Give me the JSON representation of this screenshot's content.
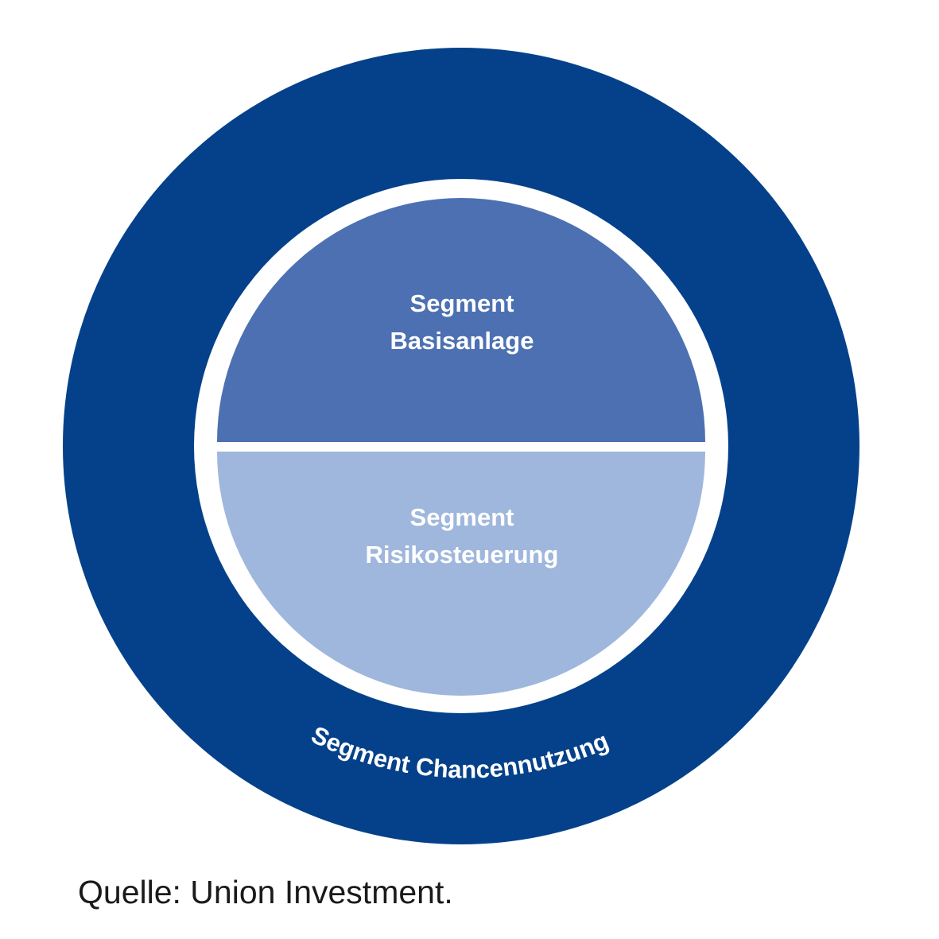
{
  "colors": {
    "outer_ring": "#04418a",
    "separator": "#ffffff",
    "upper_segment": "#4c70b2",
    "lower_segment": "#9fb7dc",
    "label_text": "#ffffff",
    "source_text": "#1a1a1a"
  },
  "segments": {
    "upper": {
      "line1": "Segment",
      "line2": "Basisanlage"
    },
    "lower": {
      "line1": "Segment",
      "line2": "Risikosteuerung"
    },
    "outer": {
      "label": "Segment Chancennutzung"
    }
  },
  "source": "Quelle: Union Investment."
}
